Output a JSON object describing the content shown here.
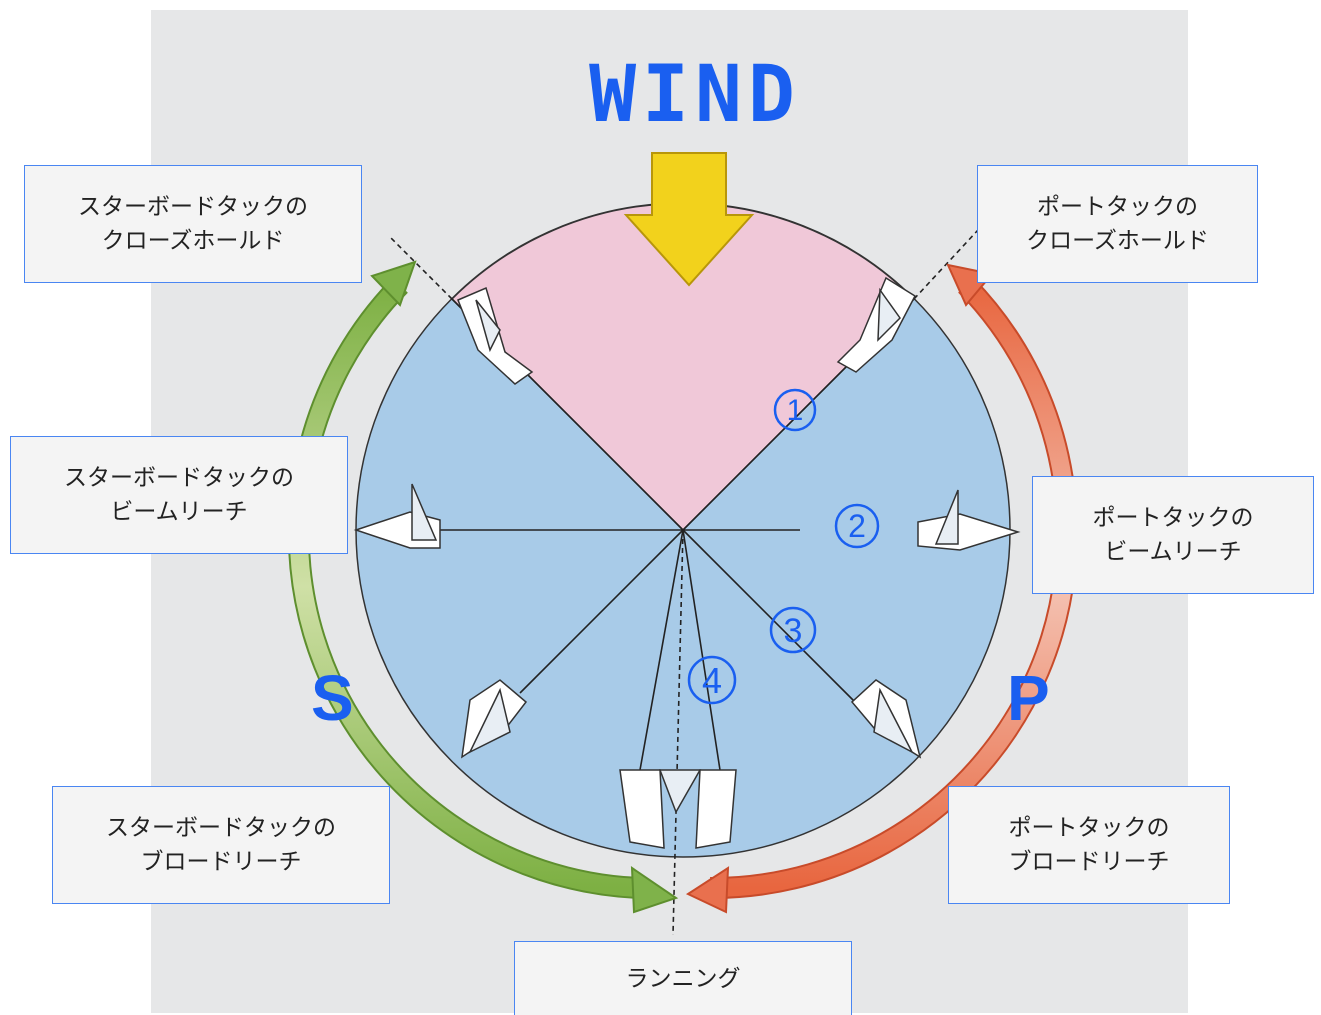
{
  "title": "WIND",
  "side_labels": {
    "starboard": "S",
    "port": "P"
  },
  "sector_numbers": [
    "1",
    "2",
    "3",
    "4"
  ],
  "labels": {
    "starboard_close_hauled": [
      "スターボードタックの",
      "クローズホールド"
    ],
    "port_close_hauled": [
      "ポートタックの",
      "クローズホールド"
    ],
    "starboard_beam_reach": [
      "スターボードタックの",
      "ビームリーチ"
    ],
    "port_beam_reach": [
      "ポートタックの",
      "ビームリーチ"
    ],
    "starboard_broad_reach": [
      "スターボードタックの",
      "ブロードリーチ"
    ],
    "port_broad_reach": [
      "ポートタックの",
      "ブロードリーチ"
    ],
    "running": [
      "ランニング"
    ]
  },
  "colors": {
    "no_go_zone": "#f0c8d8",
    "sailing_zone": "#a8cbe8",
    "wind_arrow": "#f2d21c",
    "starboard_arrow": "#7fb24a",
    "port_arrow": "#e9704e",
    "text_blue": "#1a5ff0",
    "box_border": "#4a86f2"
  }
}
